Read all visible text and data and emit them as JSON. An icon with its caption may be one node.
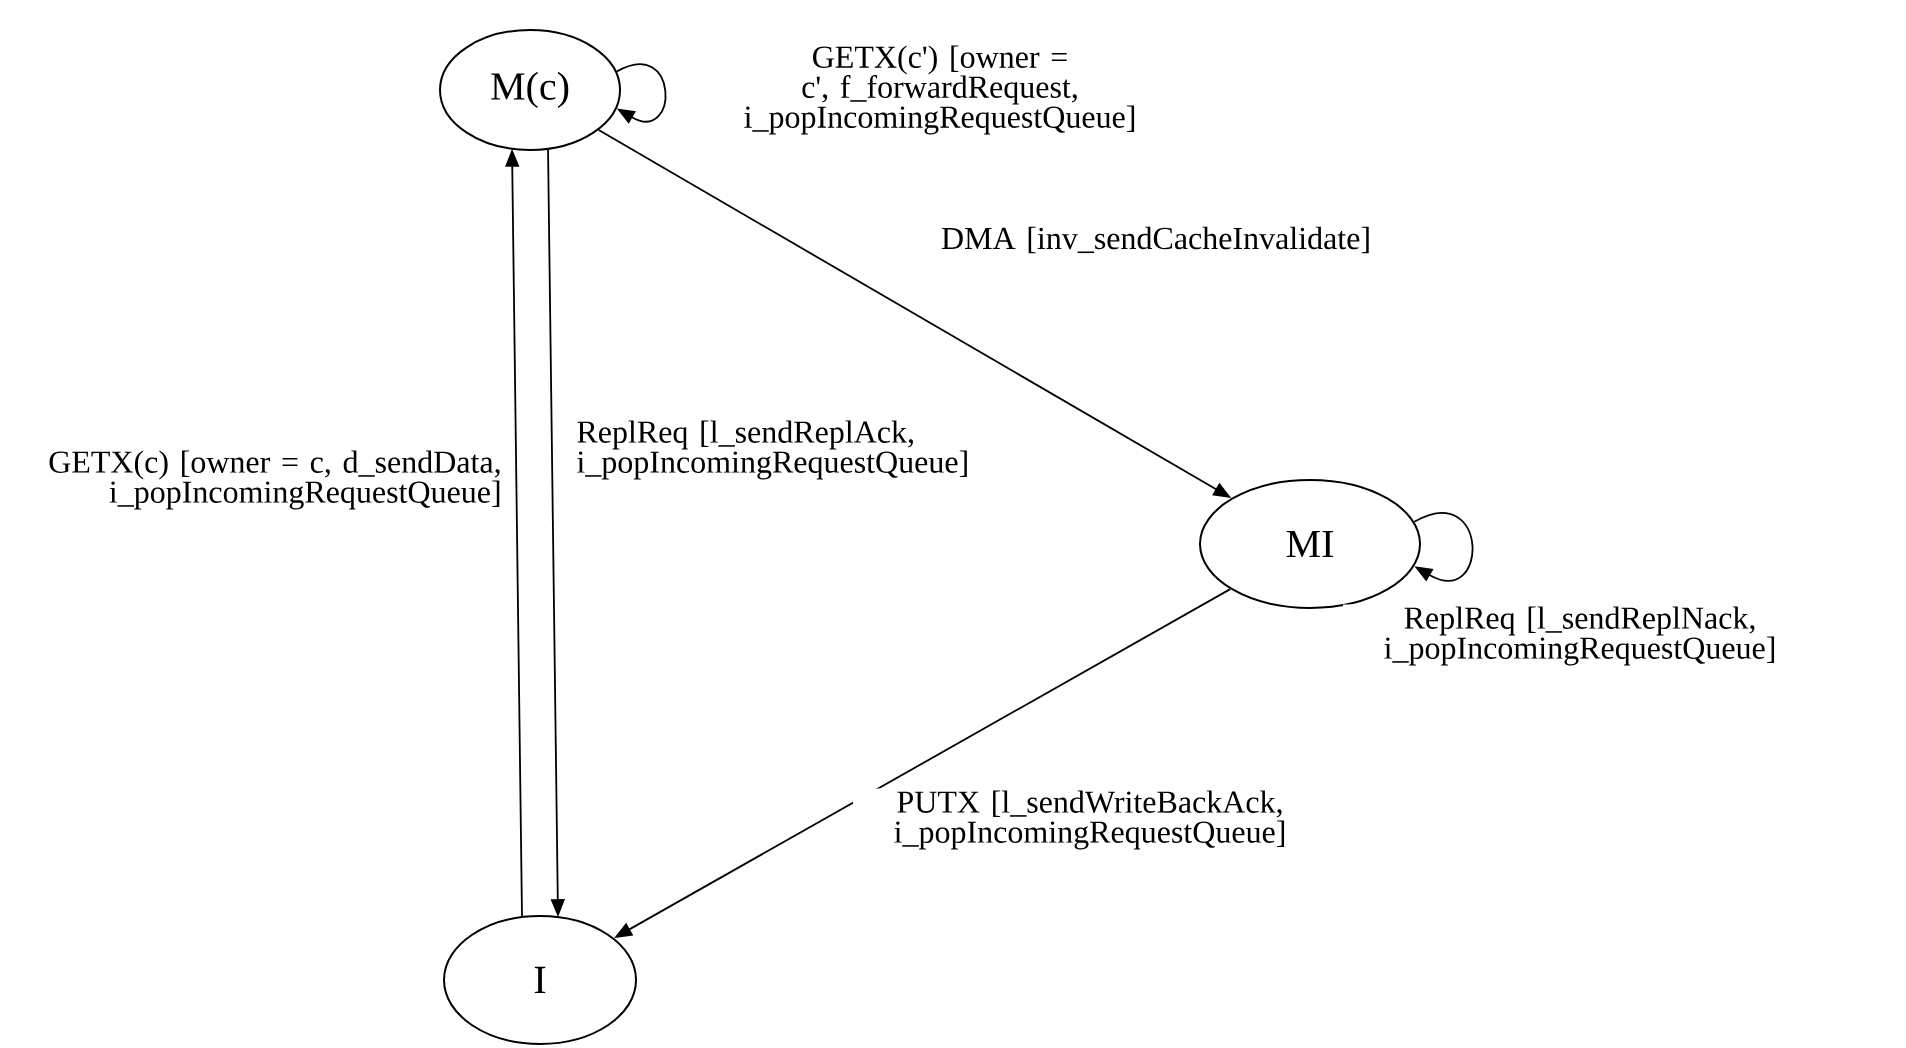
{
  "diagram": {
    "nodes": [
      {
        "text": [
          "M(c)"
        ]
      },
      {
        "text": [
          "MI"
        ]
      },
      {
        "text": [
          "I"
        ]
      }
    ],
    "edges": [
      {
        "from": 0,
        "to": 0,
        "arrow": "to",
        "label": "GETX(c') [owner = c', f_forwardRequest, i_popIncomingRequestQueue]"
      },
      {
        "from": 0,
        "to": 1,
        "arrow": "to",
        "label": "DMA [inv_sendCacheInvalidate]"
      },
      {
        "from": 0,
        "to": 2,
        "arrow": "to",
        "label": "ReplReq [l_sendReplAck, i_popIncomingRequestQueue]"
      },
      {
        "from": 2,
        "to": 0,
        "arrow": "to",
        "label": "GETX(c) [owner = c, d_sendData, i_popIncomingRequestQueue]"
      },
      {
        "from": 1,
        "to": 1,
        "arrow": "to",
        "label": "ReplReq [l_sendReplNack, i_popIncomingRequestQueue]"
      },
      {
        "from": 1,
        "to": 2,
        "arrow": "to",
        "label": "PUTX [l_sendWriteBackAck, i_popIncomingRequestQueue]"
      }
    ]
  }
}
